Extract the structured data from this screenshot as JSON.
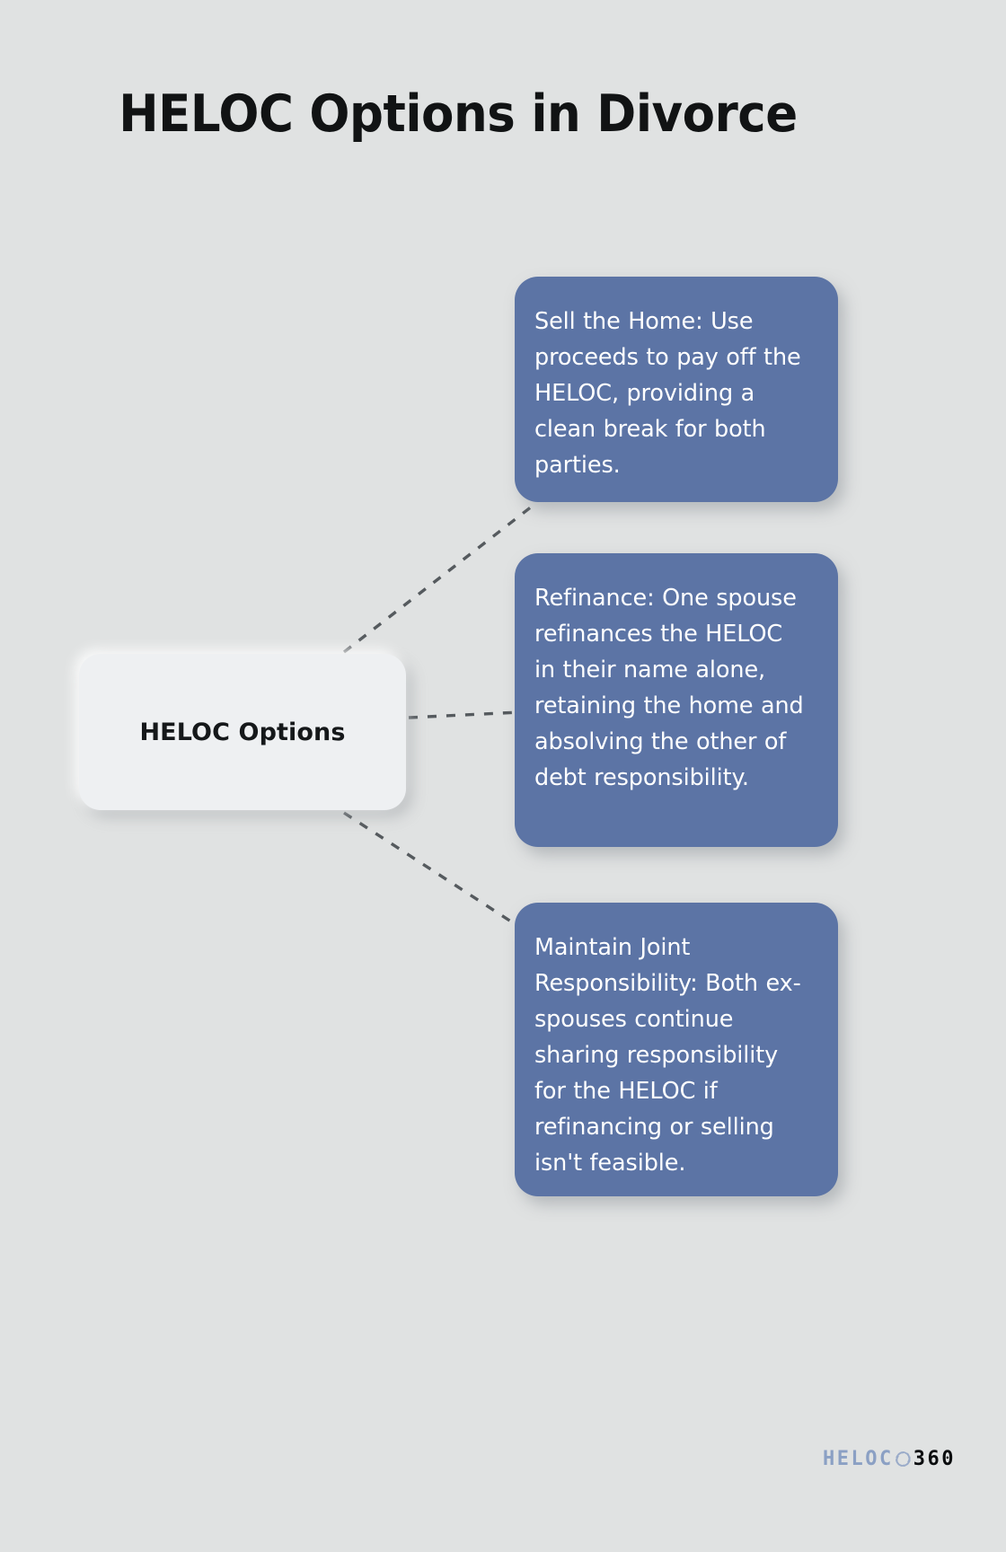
{
  "page": {
    "title": "HELOC Options in Divorce",
    "background_color": "#e0e2e2"
  },
  "diagram": {
    "type": "mind-map",
    "center_node": {
      "label": "HELOC Options",
      "background_color": "#eef0f2",
      "text_color": "#15181a"
    },
    "connector": {
      "style": "dashed",
      "color": "#555a5e"
    },
    "branches": [
      {
        "id": "sell-the-home",
        "text": "Sell the Home: Use proceeds to pay off the HELOC, providing a clean break for both parties.",
        "background_color": "#5c74a5",
        "text_color": "#ffffff"
      },
      {
        "id": "refinance",
        "text": "Refinance: One spouse refinances the HELOC in their name alone, retaining the home and absolving the other of debt responsibility.",
        "background_color": "#5c74a5",
        "text_color": "#ffffff"
      },
      {
        "id": "maintain-joint-responsibility",
        "text": "Maintain Joint Responsibility: Both ex-spouses continue sharing responsibility for the HELOC if refinancing or selling isn't feasible.",
        "background_color": "#5c74a5",
        "text_color": "#ffffff"
      }
    ]
  },
  "logo": {
    "word_primary": "HELOC",
    "word_secondary": "360",
    "primary_color": "#8ba0c4",
    "secondary_color": "#0a0c0e"
  }
}
